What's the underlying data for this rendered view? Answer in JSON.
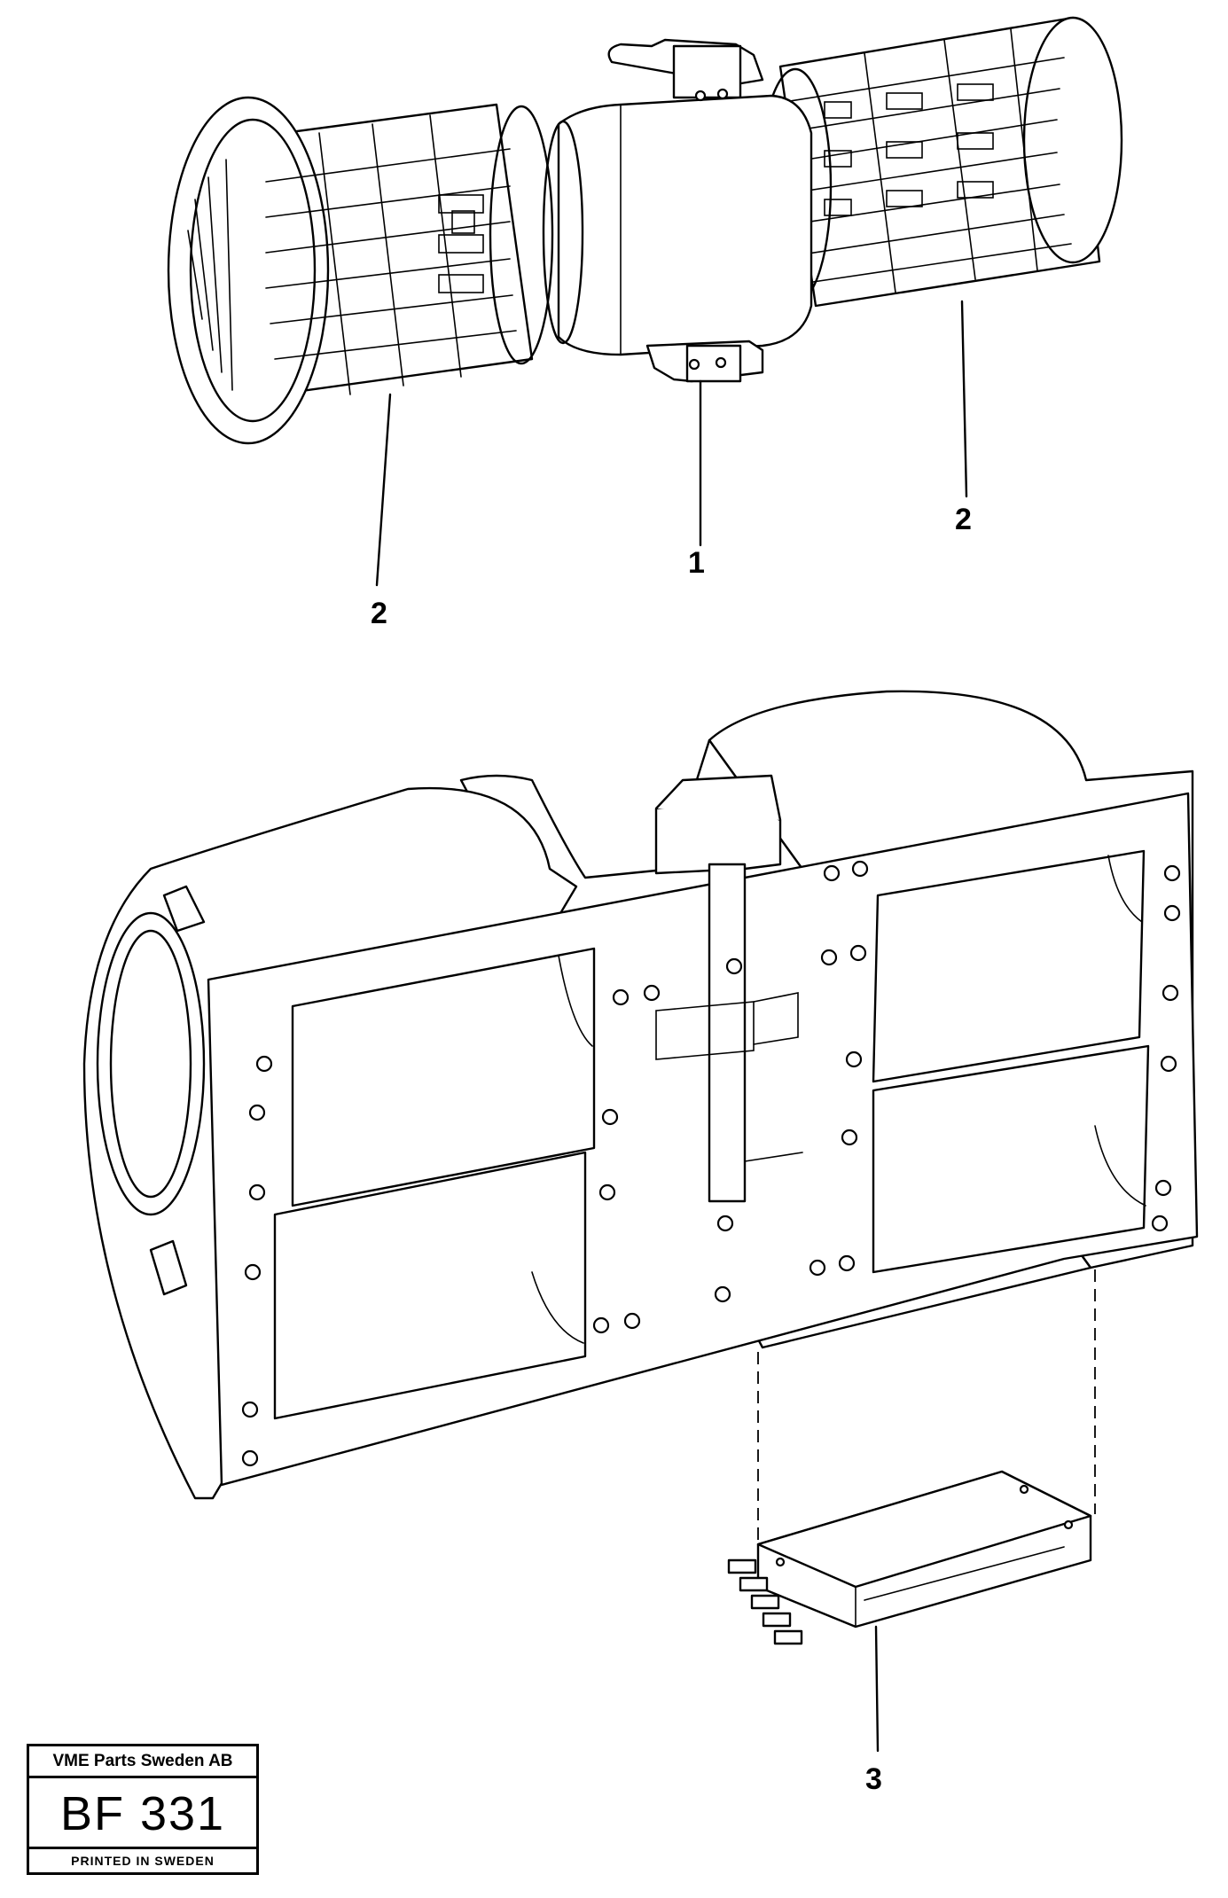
{
  "callouts": {
    "fan_wheel_left": "2",
    "motor": "1",
    "fan_wheel_right": "2",
    "resistor": "3"
  },
  "title_block": {
    "company": "VME Parts Sweden AB",
    "code": "BF 331",
    "printed": "PRINTED IN SWEDEN"
  }
}
